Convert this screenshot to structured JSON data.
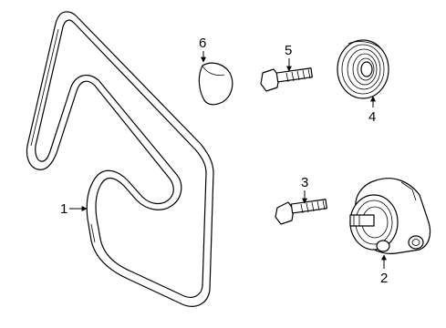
{
  "callouts": {
    "belt": "1",
    "tensioner": "2",
    "tensioner_bolt": "3",
    "idler_pulley": "4",
    "idler_bolt": "5",
    "dust_cap": "6"
  }
}
